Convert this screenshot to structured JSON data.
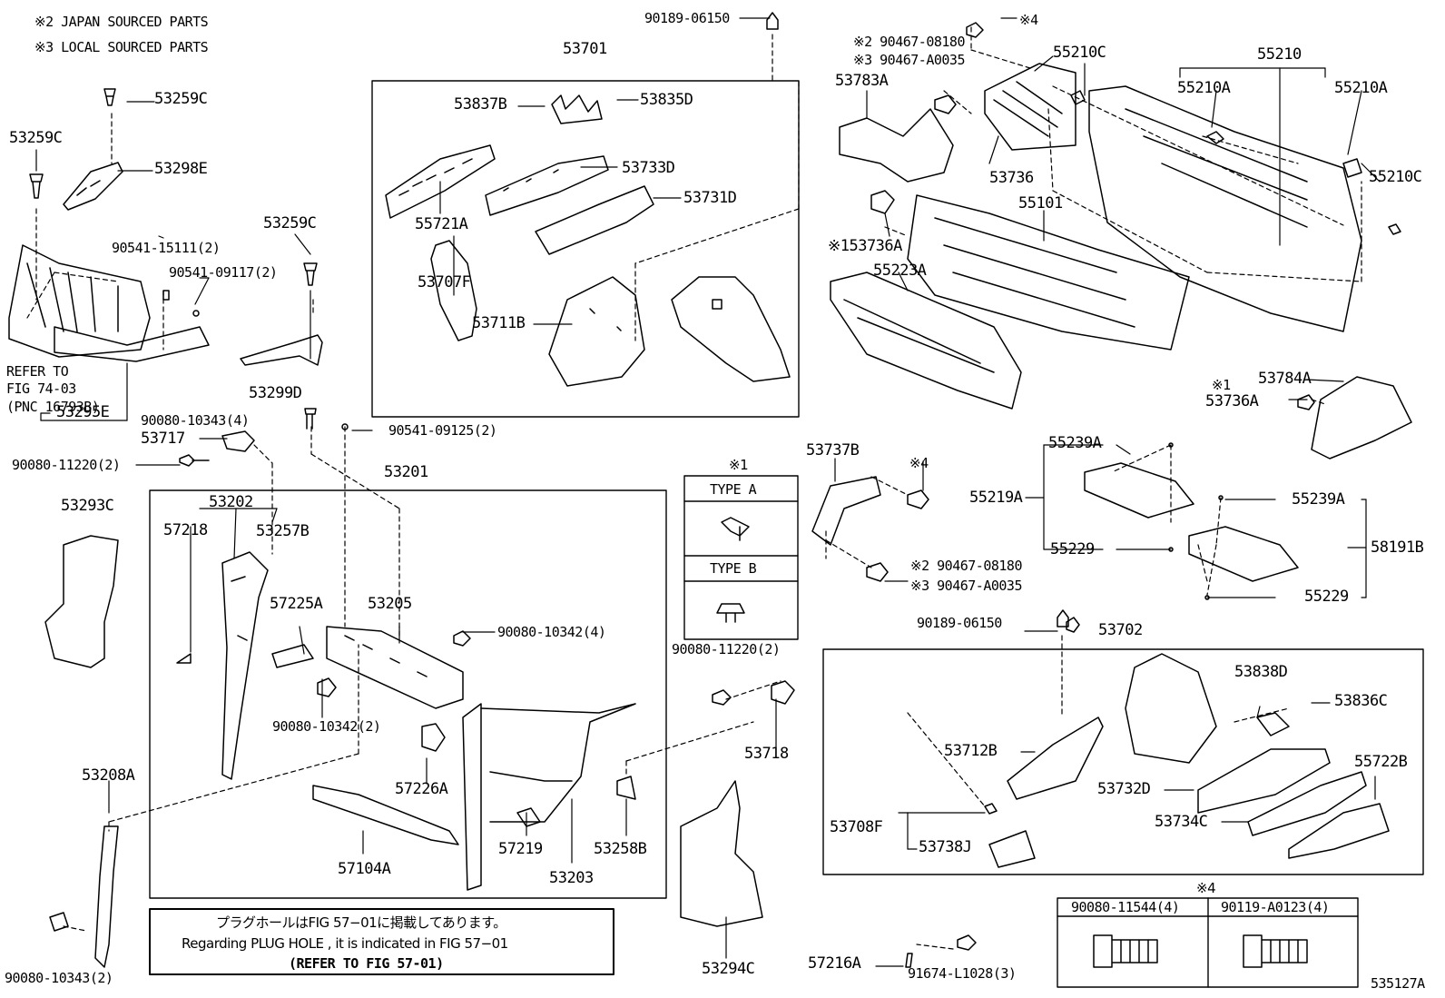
{
  "notes": [
    "※2 JAPAN SOURCED PARTS",
    "※3 LOCAL SOURCED PARTS"
  ],
  "refer": [
    "REFER TO",
    "FIG 74-03",
    "(PNC 16793B)"
  ],
  "type_box": {
    "marker": "※1",
    "a": "TYPE A",
    "b": "TYPE B"
  },
  "fastener_table": {
    "marker": "※4",
    "col1": "90080-11544(4)",
    "col2": "90119-A0123(4)"
  },
  "plug_note": [
    "プラグホールはFIG 57−01に掲載してあります。",
    "Regarding PLUG HOLE , it is indicated in FIG 57−01",
    "(REFER TO FIG 57-01)"
  ],
  "figure_code": "535127A",
  "parts": [
    "53259C",
    "53259C",
    "53298E",
    "90541-15111(2)",
    "90541-09117(2)",
    "53259C",
    "53299D",
    "53295E",
    "90080-10343(4)",
    "53717",
    "90080-11220(2)",
    "90541-09125(2)",
    "53701",
    "90189-06150",
    "53837B",
    "53835D",
    "53733D",
    "55721A",
    "53731D",
    "53707F",
    "53711B",
    "53201",
    "53202",
    "57218",
    "53257B",
    "57225A",
    "53205",
    "90080-10342(4)",
    "90080-10342(2)",
    "57226A",
    "57104A",
    "57219",
    "53203",
    "53258B",
    "53293C",
    "53208A",
    "90080-10343(2)",
    "90080-11220(2)",
    "53718",
    "53294C",
    "57216A",
    "91674-L1028(3)",
    "53737B",
    "※4",
    "※2 90467-08180",
    "※3 90467-A0035",
    "90189-06150",
    "53702",
    "53712B",
    "53838D",
    "53836C",
    "53732D",
    "55722B",
    "53734C",
    "53708F",
    "53738J",
    "※2 90467-08180",
    "※3 90467-A0035",
    "※4",
    "53783A",
    "55210C",
    "55210",
    "55210A",
    "55210A",
    "55210C",
    "53736",
    "55101",
    "※153736A",
    "55223A",
    "53784A",
    "※1",
    "53736A",
    "55239A",
    "55219A",
    "55239A",
    "55229",
    "58191B",
    "55229"
  ]
}
